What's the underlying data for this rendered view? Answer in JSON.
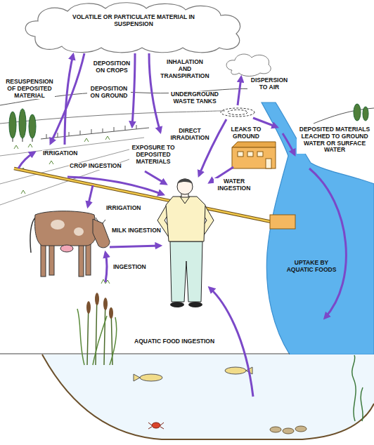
{
  "diagram": {
    "nodes": [
      {
        "text": [
          "VOLATILE OR PARTICULATE MATERIAL IN SUSPENSION"
        ]
      }
    ],
    "labels": [
      "DEPOSITION ON CROPS",
      "RESUSPENSION OF DEPOSITED MATERIAL",
      "INHALATION AND TRANSPIRATION",
      "DISPERSION TO AIR",
      "DEPOSITION ON GROUND",
      "UNDERGROUND WASTE TANKS",
      "DIRECT IRRADIATION",
      "LEAKS TO GROUND",
      "DEPOSITED MATERIALS LEACHED TO GROUND WATER OR SURFACE WATER",
      "IRRIGATION",
      "EXPOSURE TO DEPOSITED MATERIALS",
      "CROP INGESTION",
      "WATER INGESTION",
      "IRRIGATION",
      "MILK INGESTION",
      "UPTAKE BY AQUATIC FOODS",
      "INGESTION",
      "AQUATIC FOOD INGESTION"
    ]
  }
}
